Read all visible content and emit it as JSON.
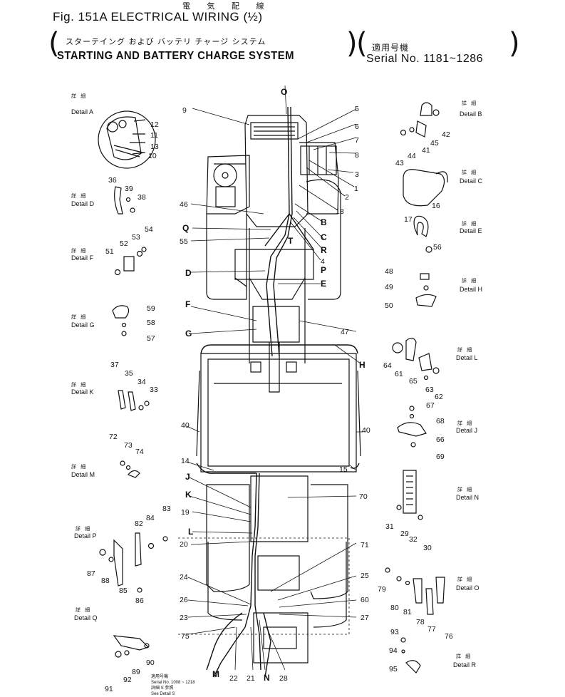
{
  "header": {
    "title_jp": "電 気 配 線",
    "title": "Fig. 151A ELECTRICAL WIRING (½)",
    "subtitle_jp": "スターテイング および バッテリ チャージ システム",
    "subtitle": "STARTING AND BATTERY CHARGE SYSTEM",
    "applicable_jp": "適用号機",
    "serial": "Serial No. 1181~1286"
  },
  "details": {
    "A": {
      "jp": "詳 細",
      "en": "Detail A"
    },
    "B": {
      "jp": "詳 細",
      "en": "Detail B"
    },
    "C": {
      "jp": "詳 細",
      "en": "Detail C"
    },
    "D": {
      "jp": "詳 細",
      "en": "Detail D"
    },
    "E": {
      "jp": "詳 細",
      "en": "Detail E"
    },
    "F": {
      "jp": "詳 細",
      "en": "Detail F"
    },
    "G": {
      "jp": "詳 細",
      "en": "Detail G"
    },
    "H": {
      "jp": "詳 細",
      "en": "Detail H"
    },
    "J": {
      "jp": "詳 細",
      "en": "Detail J"
    },
    "K": {
      "jp": "詳 細",
      "en": "Detail K"
    },
    "L": {
      "jp": "詳 細",
      "en": "Detail L"
    },
    "M": {
      "jp": "詳 細",
      "en": "Detail M"
    },
    "N": {
      "jp": "詳 細",
      "en": "Detail N"
    },
    "O": {
      "jp": "詳 細",
      "en": "Detail O"
    },
    "P": {
      "jp": "詳 細",
      "en": "Detail P"
    },
    "Q": {
      "jp": "詳 細",
      "en": "Detail Q"
    },
    "R": {
      "jp": "詳 細",
      "en": "Detail R"
    }
  },
  "note": {
    "l1": "適用号機",
    "l2": "Serial No. 1008 ~ 1218",
    "l3": "詳細 S 参照",
    "l4": "See Detail S"
  },
  "callouts": [
    {
      "t": "12"
    },
    {
      "t": "11"
    },
    {
      "t": "13"
    },
    {
      "t": "10"
    },
    {
      "t": "36"
    },
    {
      "t": "39"
    },
    {
      "t": "38"
    },
    {
      "t": "54"
    },
    {
      "t": "53"
    },
    {
      "t": "52"
    },
    {
      "t": "51"
    },
    {
      "t": "59"
    },
    {
      "t": "58"
    },
    {
      "t": "57"
    },
    {
      "t": "37"
    },
    {
      "t": "35"
    },
    {
      "t": "34"
    },
    {
      "t": "33"
    },
    {
      "t": "72"
    },
    {
      "t": "73"
    },
    {
      "t": "74"
    },
    {
      "t": "84"
    },
    {
      "t": "83"
    },
    {
      "t": "82"
    },
    {
      "t": "87"
    },
    {
      "t": "88"
    },
    {
      "t": "85"
    },
    {
      "t": "86"
    },
    {
      "t": "90"
    },
    {
      "t": "89"
    },
    {
      "t": "92"
    },
    {
      "t": "91"
    },
    {
      "t": "9"
    },
    {
      "t": "O"
    },
    {
      "t": "5"
    },
    {
      "t": "6"
    },
    {
      "t": "7"
    },
    {
      "t": "8"
    },
    {
      "t": "3"
    },
    {
      "t": "2"
    },
    {
      "t": "1"
    },
    {
      "t": "18"
    },
    {
      "t": "46"
    },
    {
      "t": "Q"
    },
    {
      "t": "55"
    },
    {
      "t": "B"
    },
    {
      "t": "C"
    },
    {
      "t": "R"
    },
    {
      "t": "4"
    },
    {
      "t": "T"
    },
    {
      "t": "P"
    },
    {
      "t": "D"
    },
    {
      "t": "E"
    },
    {
      "t": "F"
    },
    {
      "t": "G"
    },
    {
      "t": "47"
    },
    {
      "t": "H"
    },
    {
      "t": "40"
    },
    {
      "t": "40"
    },
    {
      "t": "14"
    },
    {
      "t": "15"
    },
    {
      "t": "J"
    },
    {
      "t": "K"
    },
    {
      "t": "70"
    },
    {
      "t": "19"
    },
    {
      "t": "L"
    },
    {
      "t": "20"
    },
    {
      "t": "71"
    },
    {
      "t": "24"
    },
    {
      "t": "25"
    },
    {
      "t": "26"
    },
    {
      "t": "60"
    },
    {
      "t": "23"
    },
    {
      "t": "27"
    },
    {
      "t": "75"
    },
    {
      "t": "M"
    },
    {
      "t": "22"
    },
    {
      "t": "21"
    },
    {
      "t": "N"
    },
    {
      "t": "28"
    },
    {
      "t": "42"
    },
    {
      "t": "45"
    },
    {
      "t": "41"
    },
    {
      "t": "44"
    },
    {
      "t": "43"
    },
    {
      "t": "16"
    },
    {
      "t": "17"
    },
    {
      "t": "56"
    },
    {
      "t": "48"
    },
    {
      "t": "49"
    },
    {
      "t": "50"
    },
    {
      "t": "64"
    },
    {
      "t": "61"
    },
    {
      "t": "65"
    },
    {
      "t": "63"
    },
    {
      "t": "62"
    },
    {
      "t": "67"
    },
    {
      "t": "68"
    },
    {
      "t": "66"
    },
    {
      "t": "69"
    },
    {
      "t": "31"
    },
    {
      "t": "29"
    },
    {
      "t": "32"
    },
    {
      "t": "30"
    },
    {
      "t": "79"
    },
    {
      "t": "80"
    },
    {
      "t": "81"
    },
    {
      "t": "78"
    },
    {
      "t": "77"
    },
    {
      "t": "76"
    },
    {
      "t": "93"
    },
    {
      "t": "94"
    },
    {
      "t": "95"
    }
  ]
}
